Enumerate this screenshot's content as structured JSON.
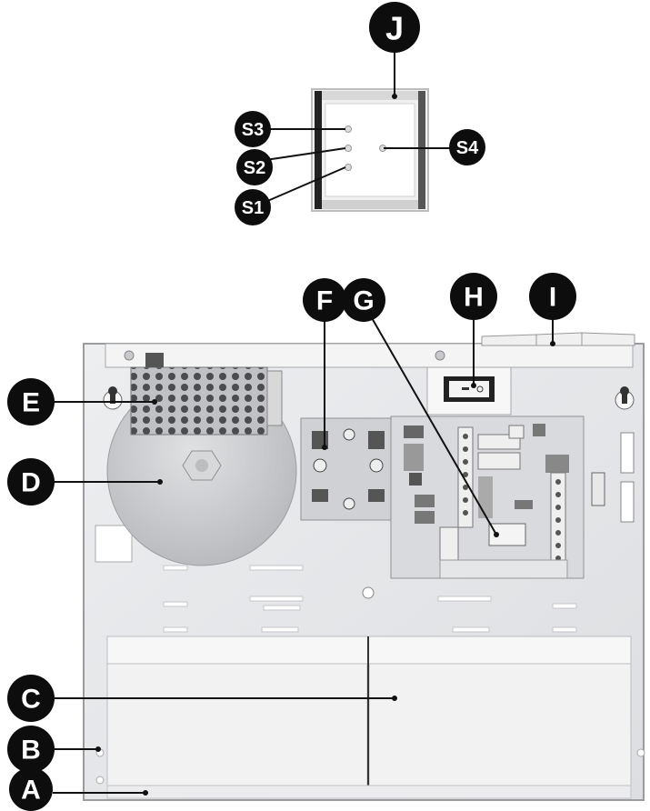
{
  "callouts": [
    {
      "id": "J",
      "label": "J"
    },
    {
      "id": "S3",
      "label": "S3"
    },
    {
      "id": "S2",
      "label": "S2"
    },
    {
      "id": "S1",
      "label": "S1"
    },
    {
      "id": "S4",
      "label": "S4"
    },
    {
      "id": "F",
      "label": "F"
    },
    {
      "id": "G",
      "label": "G"
    },
    {
      "id": "H",
      "label": "H"
    },
    {
      "id": "I",
      "label": "I"
    },
    {
      "id": "E",
      "label": "E"
    },
    {
      "id": "D",
      "label": "D"
    },
    {
      "id": "C",
      "label": "C"
    },
    {
      "id": "B",
      "label": "B"
    },
    {
      "id": "A",
      "label": "A"
    }
  ],
  "colors": {
    "callout_fill": "#0d0d0d",
    "callout_text": "#ffffff",
    "enclosure": "#e7e8ea",
    "enclosure_edge": "#9a9ca0",
    "battery": "#f2f2f3",
    "board": "#d6d8da",
    "transformer": "#c9cbce"
  }
}
